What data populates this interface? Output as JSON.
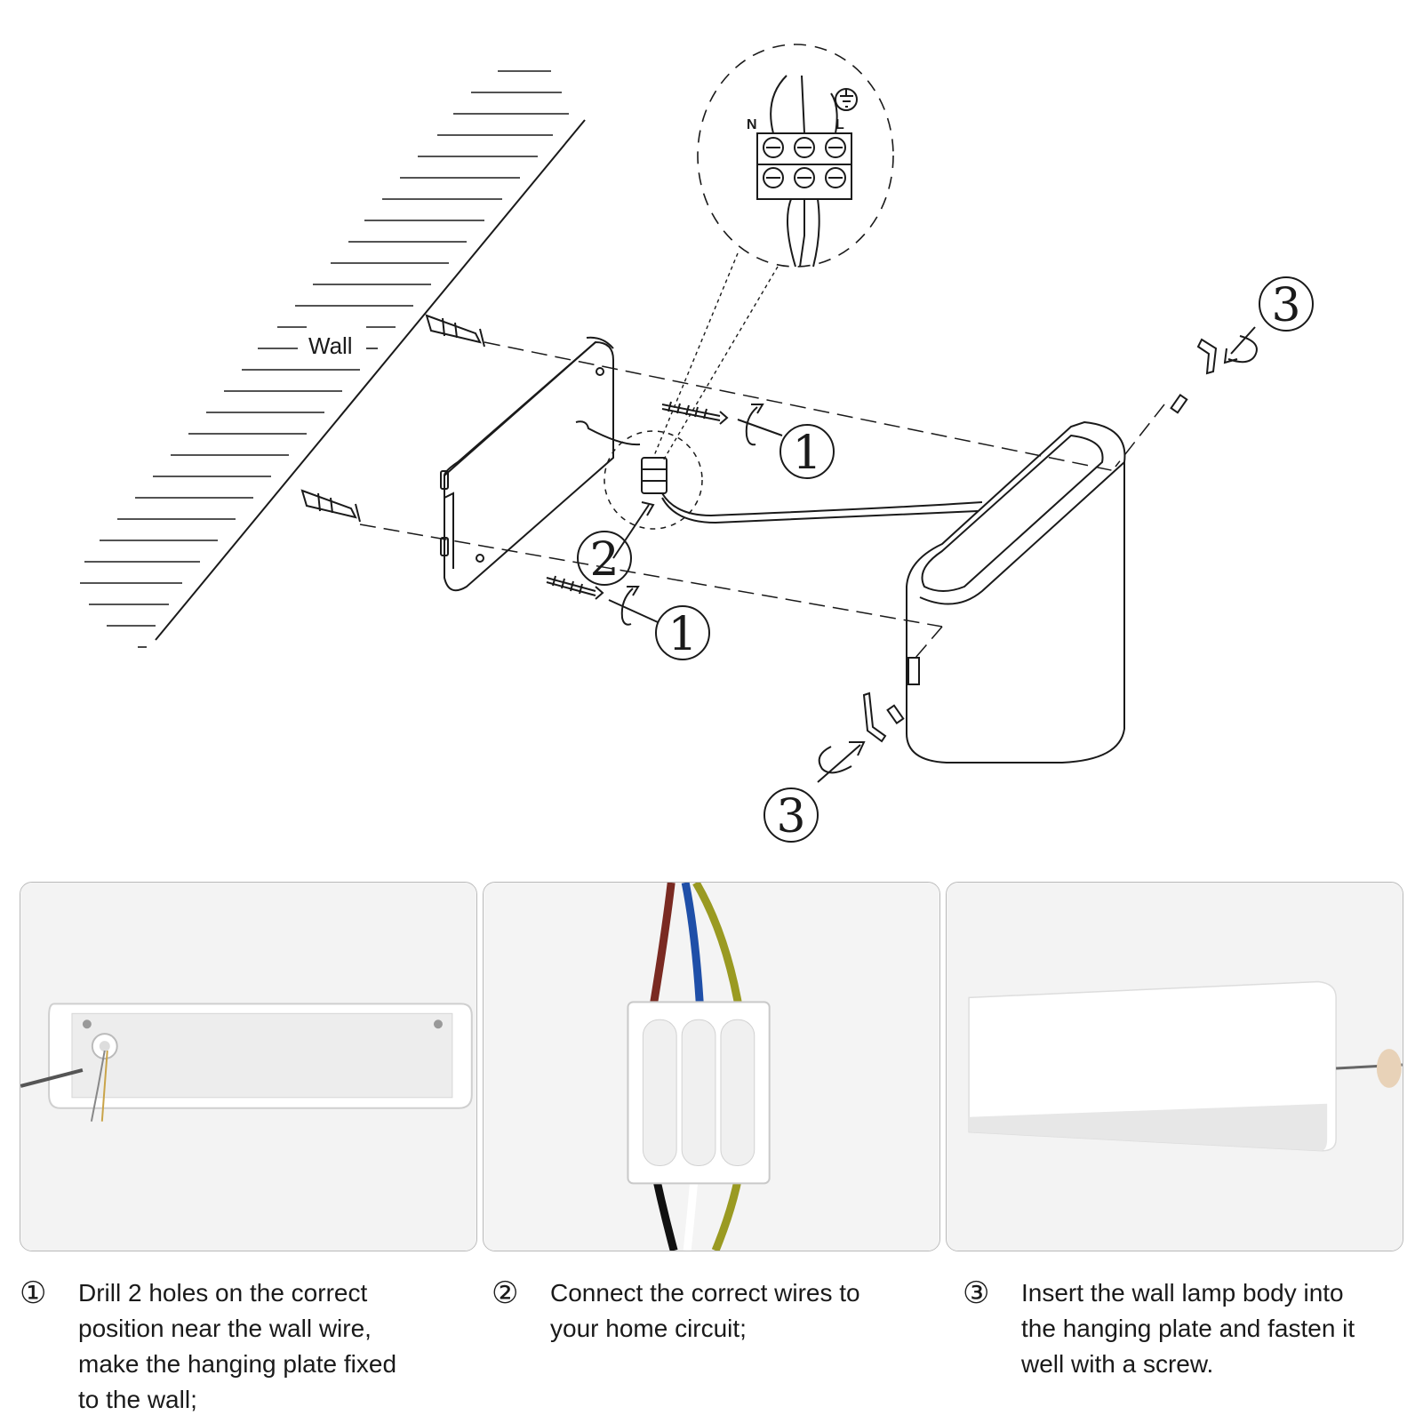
{
  "labels": {
    "wall": "Wall",
    "neutral": "N",
    "live": "L",
    "callout_one": "1",
    "callout_two": "2",
    "callout_three": "3"
  },
  "steps": [
    {
      "number": "①",
      "lines": [
        "Drill 2 holes on the correct",
        "position near the wall wire,",
        "make the hanging plate fixed",
        "to the wall;"
      ]
    },
    {
      "number": "②",
      "lines": [
        "Connect the correct wires to",
        "your home circuit;"
      ]
    },
    {
      "number": "③",
      "lines": [
        "Insert the wall lamp body into",
        "the hanging plate and fasten it",
        "well with a screw."
      ]
    }
  ],
  "colors": {
    "line": "#1a1a1a",
    "photo_border": "#b9b9b9",
    "wire_brown": "#7a2a22",
    "wire_blue": "#1f4fa8",
    "wire_green_yellow": "#9a9a22",
    "wire_black": "#111111",
    "fixture_white": "#f4f4f4"
  }
}
